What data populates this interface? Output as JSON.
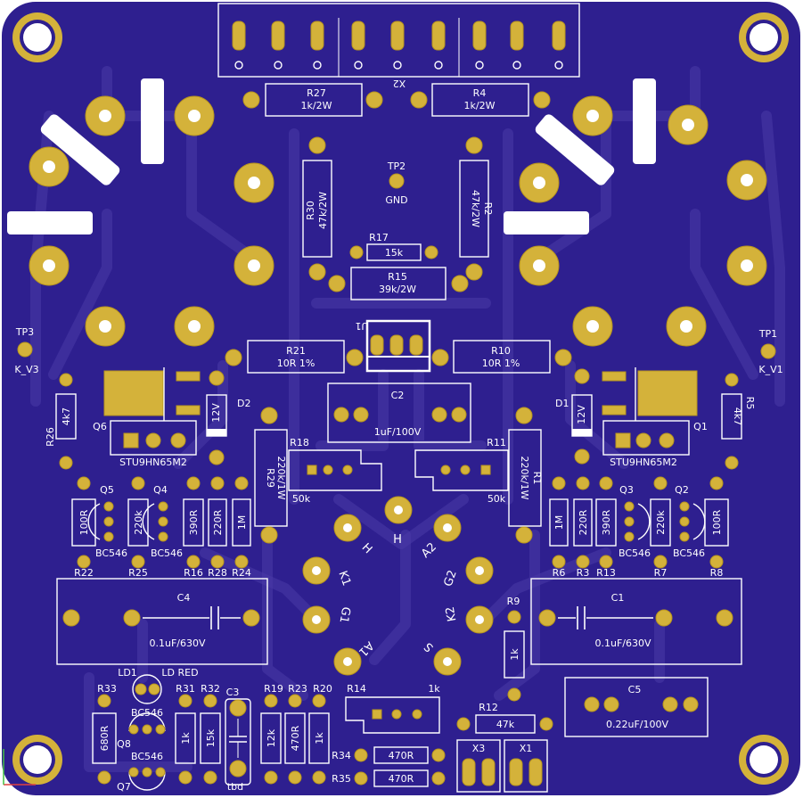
{
  "board": {
    "colors": {
      "substrate": "#2e1f8f",
      "trace": "#4a3aa8",
      "pad": "#d4b23a",
      "silk": "#ffffff"
    }
  },
  "connector_x2": {
    "ref": "X2"
  },
  "tubes": {
    "h": "H",
    "h2": "H",
    "a2": "A2",
    "k1": "K1",
    "g2": "G2",
    "g1": "G1",
    "k2": "K2",
    "a1": "A1",
    "s": "S"
  },
  "parts": {
    "r27": {
      "ref": "R27",
      "value": "1k/2W"
    },
    "r4": {
      "ref": "R4",
      "value": "1k/2W"
    },
    "tp2": {
      "ref": "TP2",
      "label": "GND"
    },
    "r30": {
      "ref": "R30",
      "value": "47k/2W"
    },
    "r2": {
      "ref": "R2",
      "value": "47k/2W"
    },
    "r17": {
      "ref": "R17",
      "value": "15k"
    },
    "r15": {
      "ref": "R15",
      "value": "39k/2W"
    },
    "tp3": {
      "ref": "TP3",
      "label": "K_V3"
    },
    "tp1": {
      "ref": "TP1",
      "label": "K_V1"
    },
    "r21": {
      "ref": "R21",
      "value": "10R 1%"
    },
    "r10": {
      "ref": "R10",
      "value": "10R 1%"
    },
    "u1": {
      "ref": "U1"
    },
    "c2": {
      "ref": "C2",
      "value": "1uF/100V"
    },
    "d2": {
      "ref": "D2",
      "value": "12V"
    },
    "d1": {
      "ref": "D1",
      "value": "12V"
    },
    "r26": {
      "ref": "R26",
      "value": "4k7"
    },
    "r5": {
      "ref": "R5",
      "value": "4k7"
    },
    "q6": {
      "ref": "Q6",
      "value": "STU9HN65M2"
    },
    "q1": {
      "ref": "Q1",
      "value": "STU9HN65M2"
    },
    "r18": {
      "ref": "R18",
      "value": "50k"
    },
    "r11": {
      "ref": "R11",
      "value": "50k"
    },
    "r29": {
      "ref": "R29",
      "value": "220k/1W"
    },
    "r1": {
      "ref": "R1",
      "value": "220k/1W"
    },
    "q5": {
      "ref": "Q5",
      "value": "BC546"
    },
    "q4": {
      "ref": "Q4",
      "value": "BC546"
    },
    "q3": {
      "ref": "Q3",
      "value": "BC546"
    },
    "q2": {
      "ref": "Q2",
      "value": "BC546"
    },
    "r22": {
      "ref": "R22",
      "value": "100R"
    },
    "r25": {
      "ref": "R25",
      "value": "220k"
    },
    "r16": {
      "ref": "R16",
      "value": "390R"
    },
    "r28": {
      "ref": "R28",
      "value": "220R"
    },
    "r24": {
      "ref": "R24",
      "value": "1M"
    },
    "r6": {
      "ref": "R6",
      "value": "1M"
    },
    "r3": {
      "ref": "R3",
      "value": "220R"
    },
    "r13": {
      "ref": "R13",
      "value": "390R"
    },
    "r7": {
      "ref": "R7",
      "value": "220k"
    },
    "r8": {
      "ref": "R8",
      "value": "100R"
    },
    "c4": {
      "ref": "C4",
      "value": "0.1uF/630V"
    },
    "c1": {
      "ref": "C1",
      "value": "0.1uF/630V"
    },
    "r9": {
      "ref": "R9",
      "value": "1k"
    },
    "c5": {
      "ref": "C5",
      "value": "0.22uF/100V"
    },
    "ld1": {
      "ref": "LD1",
      "value": "LD RED"
    },
    "r33": {
      "ref": "R33",
      "value": "680R"
    },
    "q8": {
      "ref": "Q8",
      "value": "BC546"
    },
    "q7": {
      "ref": "Q7",
      "value": "BC546"
    },
    "r31": {
      "ref": "R31",
      "value": "1k"
    },
    "r32": {
      "ref": "R32",
      "value": "15k"
    },
    "c3": {
      "ref": "C3",
      "value": "tbd"
    },
    "r19": {
      "ref": "R19",
      "value": "12k"
    },
    "r23": {
      "ref": "R23",
      "value": "470R"
    },
    "r20": {
      "ref": "R20",
      "value": "1k"
    },
    "r14": {
      "ref": "R14",
      "value": "1k"
    },
    "r12": {
      "ref": "R12",
      "value": "47k"
    },
    "r34": {
      "ref": "R34",
      "value": "470R"
    },
    "r35": {
      "ref": "R35",
      "value": "470R"
    },
    "x3": {
      "ref": "X3"
    },
    "x1": {
      "ref": "X1"
    }
  }
}
